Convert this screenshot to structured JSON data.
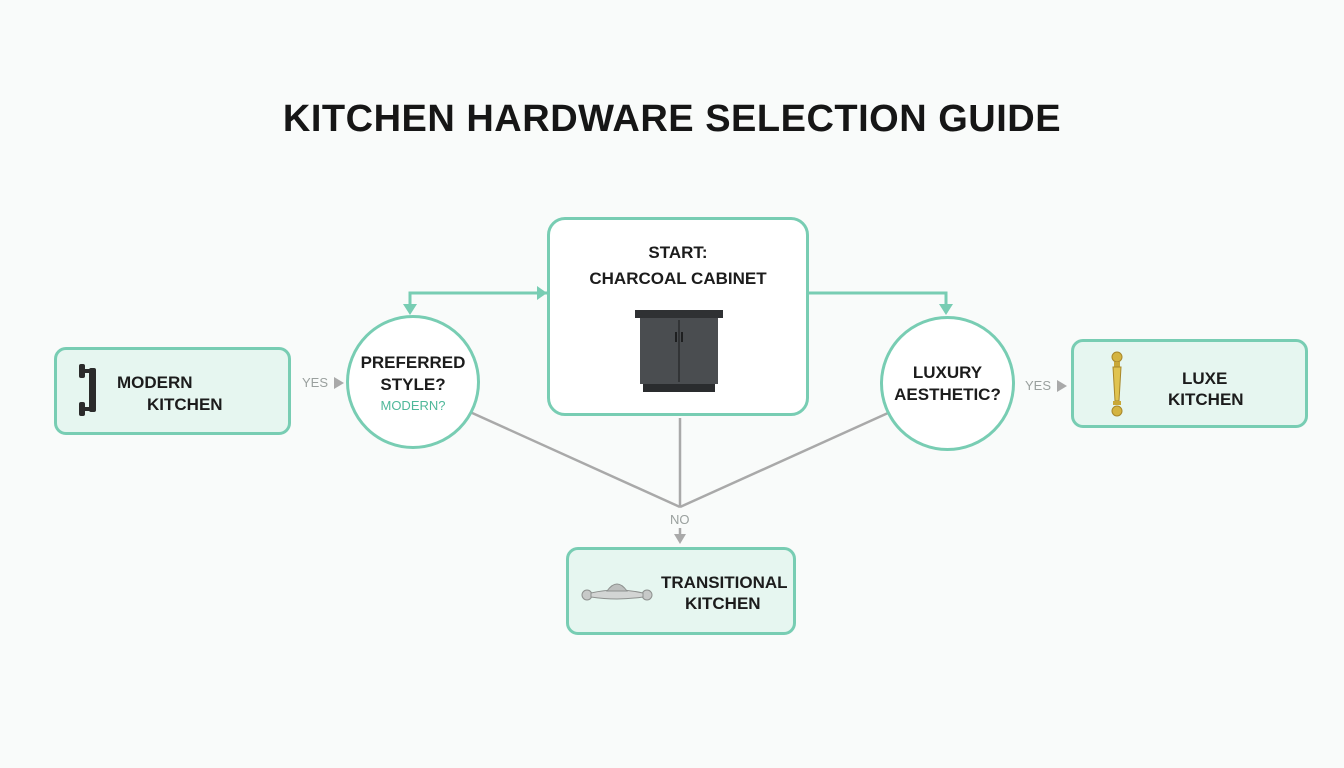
{
  "title": "KITCHEN HARDWARE SELECTION GUIDE",
  "start": {
    "line1": "START:",
    "line2": "CHARCOAL CABINET",
    "icon": "cabinet-icon"
  },
  "decision_style": {
    "line1": "PREFERRED",
    "line2": "STYLE?",
    "sub": "MODERN?"
  },
  "decision_luxury": {
    "line1": "LUXURY",
    "line2": "AESTHETIC?"
  },
  "outcome_modern": {
    "line1": "MODERN",
    "line2": "KITCHEN",
    "icon": "bar-pull-handle-icon"
  },
  "outcome_luxe": {
    "line1": "LUXE",
    "line2": "KITCHEN",
    "icon": "brass-pull-icon"
  },
  "outcome_transitional": {
    "line1": "TRANSITIONAL",
    "line2": "KITCHEN",
    "icon": "cup-pull-icon"
  },
  "edges": {
    "yes_left": "YES",
    "yes_right": "YES",
    "no": "NO"
  },
  "colors": {
    "accent": "#78cdb3",
    "box_fill": "#e6f6f0",
    "connector_gray": "#a9a9a9",
    "text": "#1c1c1c"
  }
}
